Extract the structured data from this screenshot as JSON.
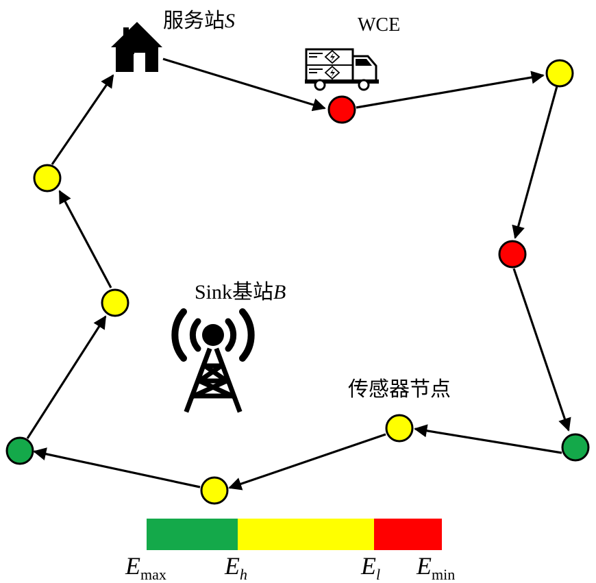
{
  "labels": {
    "service_station": "服务站",
    "service_station_var": "S",
    "vehicle": "WCE",
    "sink_station": "Sink基站",
    "sink_station_var": "B",
    "sensor_node": "传感器节点"
  },
  "energy_bar": {
    "labels": [
      {
        "main": "E",
        "sub": "max"
      },
      {
        "main": "E",
        "sub": "h"
      },
      {
        "main": "E",
        "sub": "l"
      },
      {
        "main": "E",
        "sub": "min"
      }
    ],
    "segments": [
      {
        "level": "high",
        "color": "#14a94a"
      },
      {
        "level": "medium",
        "color": "#ffff00"
      },
      {
        "level": "low",
        "color": "#ff0000"
      }
    ]
  },
  "node_colors": {
    "red": "#ff0000",
    "yellow": "#ffff00",
    "green": "#14a94a"
  },
  "icons": {
    "service_station": "house-icon",
    "vehicle": "truck-icon",
    "sink_station": "radio-tower-icon"
  }
}
